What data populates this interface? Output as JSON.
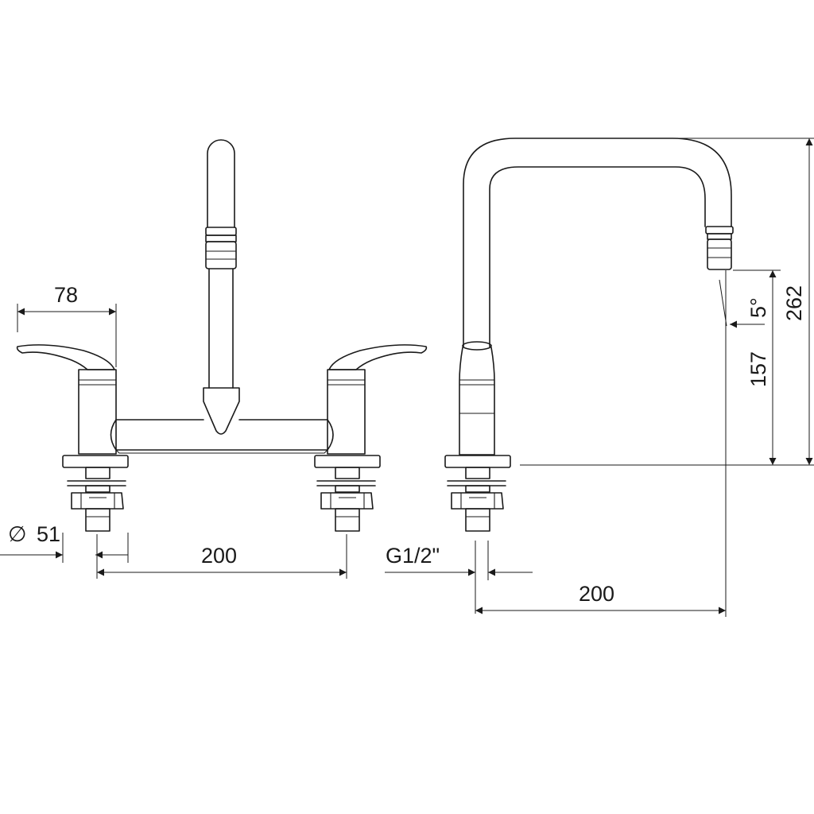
{
  "dimensions": {
    "handle_width": "78",
    "diameter_symbol": "∅",
    "base_diameter": "51",
    "center_distance_front": "200",
    "thread": "G1/2\"",
    "spout_reach": "200",
    "spout_angle": "5°",
    "spout_outlet_height": "157",
    "total_height": "262"
  }
}
